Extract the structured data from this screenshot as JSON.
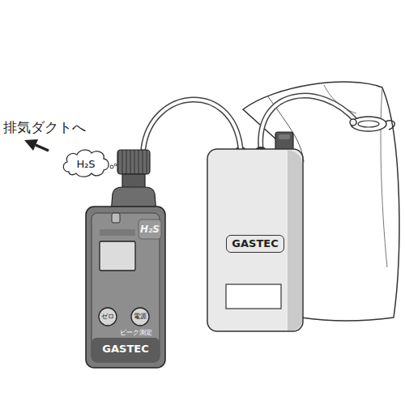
{
  "diagram": {
    "nodes": [
      {
        "text": [
          "H₂S"
        ]
      },
      {
        "text": [
          "H₂S",
          "GASTEC"
        ]
      },
      {
        "text": [
          "ゼロ"
        ],
        "in": 1
      },
      {
        "text": [
          "電源"
        ],
        "in": 1
      },
      {
        "text": [
          "GASTEC"
        ]
      }
    ],
    "edges": [
      {
        "from": 1,
        "to": 4,
        "arrow": "none"
      }
    ],
    "labels": [
      "排気ダクトへ",
      "ピーク測定"
    ]
  }
}
